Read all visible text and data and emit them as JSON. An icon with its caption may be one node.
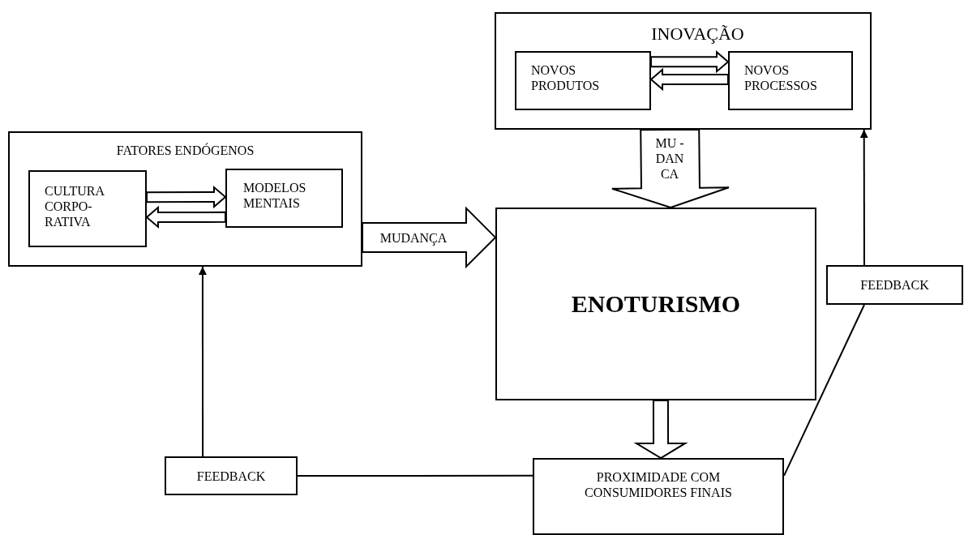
{
  "diagram": {
    "nodes": [
      {
        "text": [
          "INOVAÇÃO"
        ]
      },
      {
        "text": [
          "NOVOS PRODUTOS"
        ],
        "in": 0
      },
      {
        "text": [
          "NOVOS PROCESSOS"
        ],
        "in": 0
      },
      {
        "text": [
          "FATORES ENDÓGENOS"
        ]
      },
      {
        "text": [
          "CULTURA CORPO- RATIVA"
        ],
        "in": 3
      },
      {
        "text": [
          "MODELOS MENTAIS"
        ],
        "in": 3
      },
      {
        "text": [
          "ENOTURISMO"
        ]
      },
      {
        "text": [
          "FEEDBACK"
        ]
      },
      {
        "text": [
          "FEEDBACK"
        ]
      },
      {
        "text": [
          "PROXIMIDADE COM CONSUMIDORES FINAIS"
        ]
      }
    ],
    "edges": [
      {
        "from": 1,
        "to": 2,
        "arrow": "to",
        "style": "thick"
      },
      {
        "from": 2,
        "to": 1,
        "arrow": "to",
        "style": "thick"
      },
      {
        "from": 4,
        "to": 5,
        "arrow": "to",
        "style": "thick"
      },
      {
        "from": 5,
        "to": 4,
        "arrow": "to",
        "style": "thick"
      },
      {
        "from": 3,
        "to": 6,
        "arrow": "to",
        "style": "thick",
        "label": "MUDANÇA"
      },
      {
        "from": 0,
        "to": 6,
        "arrow": "to",
        "style": "thick",
        "label": "MU - DAN CA"
      },
      {
        "from": 6,
        "to": 9,
        "arrow": "to",
        "style": "thick"
      },
      {
        "from": 9,
        "to": 8,
        "arrow": "none"
      },
      {
        "from": 8,
        "to": 3,
        "arrow": "to"
      },
      {
        "from": 9,
        "to": 7,
        "arrow": "none"
      },
      {
        "from": 7,
        "to": 0,
        "arrow": "to"
      }
    ]
  }
}
